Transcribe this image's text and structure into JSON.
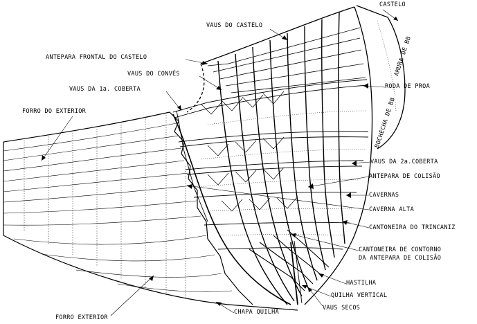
{
  "colors": {
    "ink": "#000000",
    "paper": "#ffffff"
  },
  "labels": {
    "castelo": "CASTELO",
    "vaus_do_castelo": "VAUS DO CASTELO",
    "antepara_frontal_do_castelo": "ANTEPARA FRONTAL DO CASTELO",
    "vaus_do_convés": "VAUS DO CONVÉS",
    "vaus_da_1a_coberta": "VAUS DA 1a. COBERTA",
    "forro_do_exterior": "FORRO DO EXTERIOR",
    "amura_de_bb": "AMURA DE BB",
    "roda_de_proa": "RODA DE PROA",
    "bochecha_de_bb": "BOCHECHA DE BB",
    "vaus_da_2a_coberta": "VAUS DA 2a.COBERTA",
    "antepara_de_colisao": "ANTEPARA DE COLISÃO",
    "cavernas": "CAVERNAS",
    "caverna_alta": "CAVERNA ALTA",
    "cantoneira_do_trincaniz": "CANTONEIRA DO TRINCANIZ",
    "cantoneira_de_contorno_1": "CANTONEIRA DE CONTORNO",
    "cantoneira_de_contorno_2": "DA ANTEPARA DE COLISÃO",
    "hastilha": "HASTILHA",
    "quilha_vertical": "QUILHA VERTICAL",
    "vaus_secos": "VAUS SECOS",
    "chapa_quilha": "CHAPA QUILHA",
    "forro_exterior": "FORRO EXTERIOR"
  }
}
